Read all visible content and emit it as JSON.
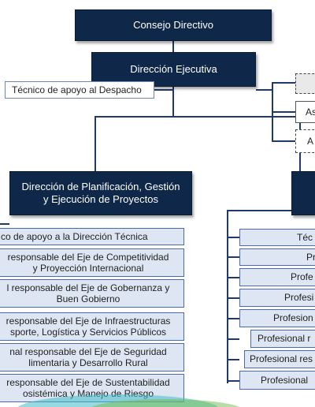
{
  "top": {
    "consejo": "Consejo Directivo",
    "direccion_ejecutiva": "Dirección Ejecutiva",
    "tecnico_despacho": "Técnico de apoyo al Despacho"
  },
  "right_top_boxes": [
    "",
    "As",
    "A"
  ],
  "planificacion": {
    "title_line1": "Dirección de Planificación, Gestión",
    "title_line2": "y Ejecución de Proyectos",
    "items": [
      {
        "line1": "co de apoyo a la Dirección Técnica",
        "line2": ""
      },
      {
        "line1": "responsable del Eje de Competitividad",
        "line2": "y Proyección Internacional"
      },
      {
        "line1": "l responsable del Eje de Gobernanza y",
        "line2": "Buen Gobierno"
      },
      {
        "line1": "responsable del Eje de Infraestructuras",
        "line2": "sporte, Logística y Servicios Públicos"
      },
      {
        "line1": "nal responsable del Eje de Seguridad",
        "line2": "limentaria y Desarrollo Rural"
      },
      {
        "line1": "responsable del Eje de Sustentabilidad",
        "line2": "osistémica y Manejo de Riesgo"
      }
    ]
  },
  "right_column": {
    "items": [
      "Téc",
      "Pr",
      "Profe",
      "Profesi",
      "Profesion",
      "Profesional r",
      "Profesional res",
      "Profesional"
    ]
  }
}
